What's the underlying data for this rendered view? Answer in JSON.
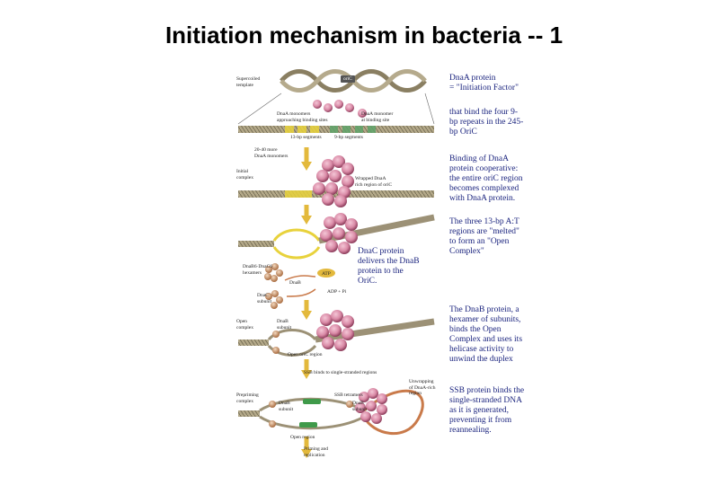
{
  "title": "Initiation mechanism in bacteria -- 1",
  "notes": {
    "n1": "DnaA protein\n= \"Initiation Factor\"",
    "n2": "that bind the four 9-\nbp repeats in the 245-\nbp OriC",
    "n3": "Binding of DnaA\nprotein cooperative:\nthe entire oriC region\nbecomes complexed\nwith DnaA protein.",
    "n4": "The three 13-bp A:T\nregions are \"melted\"\nto form an \"Open\nComplex\"",
    "n5": "DnaC protein\ndelivers the DnaB\nprotein to the\nOriC.",
    "n6": "The DnaB protein, a\nhexamer of subunits,\nbinds the Open\nComplex and uses its\nhelicase activity to\nunwind the duplex",
    "n7": "SSB protein binds the\nsingle-stranded DNA\nas it is generated,\npreventing it from\nreannealing."
  },
  "labels": {
    "supercoiled": "Supercoiled\ntemplate",
    "oric": "oriC",
    "dnaa_approach": "DnaA monomers\napproaching binding sites",
    "dnaa_binding": "DnaA monomer\nat binding site",
    "seg13": "13-bp segments",
    "seg9": "9-bp segments",
    "monomers": "20-40 more\nDnaA monomers",
    "initial": "Initial\ncomplex",
    "wrapped": "Wrapped DnaA\nrich region of oriC",
    "dnab6c6": "DnaB6·DnaC6\nhexamers",
    "atp": "ATP",
    "adp": "ADP + Pi",
    "dnab": "DnaB",
    "dnac": "DnaC\nsubunit",
    "open": "Open\ncomplex",
    "dnab_sub": "DnaB\nsubunit",
    "open_oric": "Open oriC region",
    "ssb_binds": "SSB binds to single-stranded regions",
    "prepriming": "Prepriming\ncomplex",
    "ssb_tetramers": "SSB tetramers",
    "dnab_sub2": "DnaB\nsubunit",
    "dnab_sub3": "DnaB\nsubunit",
    "unwrapping": "Unwrapping\nof DnaA-rich\nregion",
    "open_region": "Open region",
    "priming": "Priming and\nreplication"
  },
  "colors": {
    "dna": "#9c9176",
    "dna_dark": "#5f5845",
    "protein": "#d98aa6",
    "protein_dark": "#8c3b5a",
    "atrich": "#e8d23c",
    "ninebp": "#5fa36a",
    "note_text": "#1a237e",
    "arrow": "#e3b93c",
    "dnab_color": "#c97a4a",
    "ssb": "#3f9a4a"
  }
}
